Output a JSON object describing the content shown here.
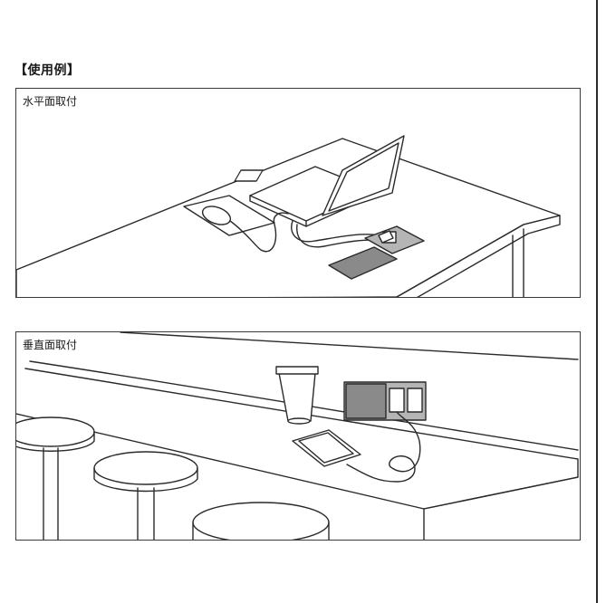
{
  "heading": "【使用例】",
  "panels": [
    {
      "label": "水平面取付"
    },
    {
      "label": "垂直面取付"
    }
  ],
  "colors": {
    "line": "#2a2a2a",
    "background": "#ffffff",
    "fill_dark": "#8a8a8a",
    "fill_mid": "#b5b5b5"
  }
}
